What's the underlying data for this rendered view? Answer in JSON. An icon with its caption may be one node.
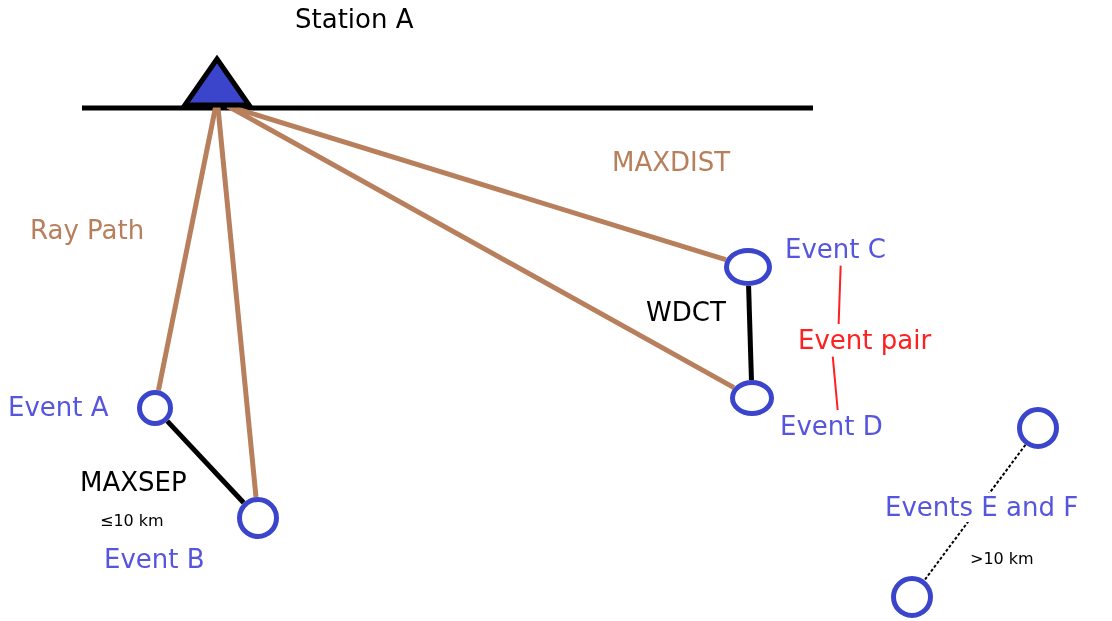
{
  "diagram": {
    "nodes": [
      {
        "text": [
          "Station A"
        ]
      },
      {
        "text": [
          "Event A"
        ]
      },
      {
        "text": [
          "Event B"
        ]
      },
      {
        "text": [
          "Event C"
        ]
      },
      {
        "text": [
          "Event D"
        ]
      },
      {
        "text": [],
        "shape": "circle"
      },
      {
        "text": [],
        "shape": "circle"
      },
      {
        "text": [
          "Event pair"
        ]
      }
    ],
    "edges": [
      {
        "from": 0,
        "to": 1,
        "arrow": "none"
      },
      {
        "from": 0,
        "to": 2,
        "arrow": "none"
      },
      {
        "from": 0,
        "to": 3,
        "arrow": "none"
      },
      {
        "from": 0,
        "to": 4,
        "arrow": "none"
      },
      {
        "from": 1,
        "to": 2,
        "arrow": "none",
        "label": "MAXSEP",
        "color": "#000000"
      },
      {
        "from": 3,
        "to": 4,
        "arrow": "none",
        "label": "WDCT",
        "color": "#000000"
      },
      {
        "from": 5,
        "to": 6,
        "arrow": "none",
        "style": "dashed",
        "color": "#000000"
      },
      {
        "from": 7,
        "to": 3,
        "arrow": "none",
        "color": "#ff2020"
      },
      {
        "from": 7,
        "to": 4,
        "arrow": "none",
        "color": "#ff2020"
      }
    ],
    "labels": [
      "MAXDIST",
      "Ray Path",
      "Events E and F",
      "≤10 km",
      ">10 km"
    ]
  }
}
